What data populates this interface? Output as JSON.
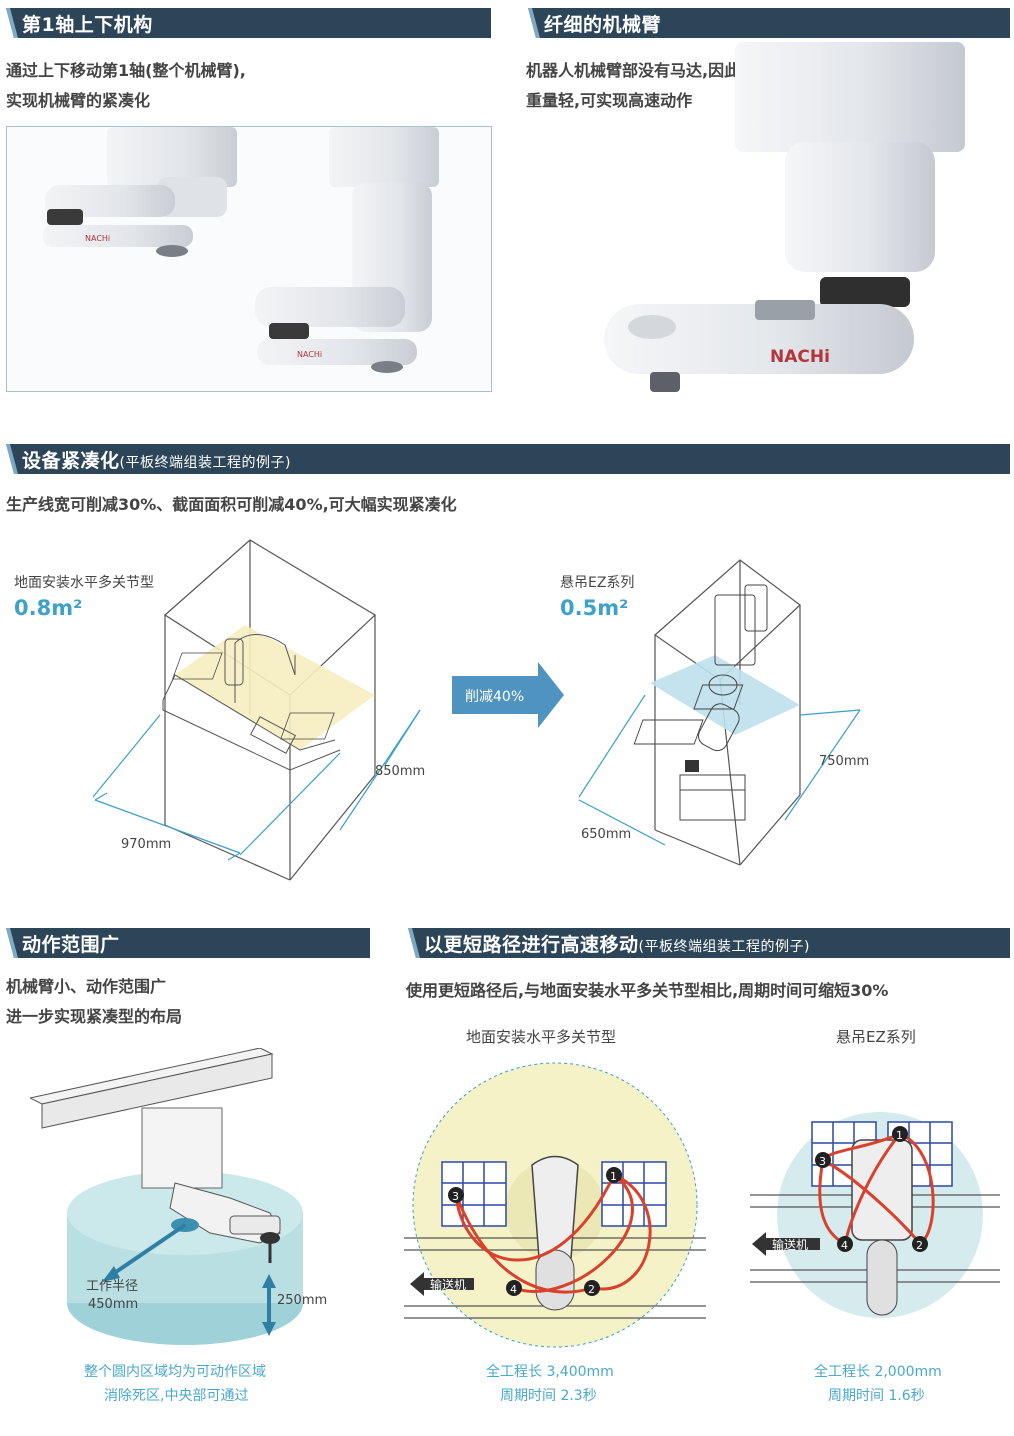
{
  "sec1": {
    "title": "第1轴上下机构",
    "line1": "通过上下移动第1轴(整个机械臂),",
    "line2": "实现机械臂的紧凑化",
    "brand1": "NACHi",
    "brand2": "NACHi"
  },
  "sec2": {
    "title": "纤细的机械臂",
    "line1": "机器人机械臂部没有马达,因此纤细、",
    "line2": "重量轻,可实现高速动作",
    "brand": "NACHi"
  },
  "sec3": {
    "title": "设备紧凑化",
    "subtitle": "(平板终端组装工程的例子)",
    "desc": "生产线宽可削减30%、截面面积可削减40%,可大幅实现紧凑化",
    "left_label": "地面安装水平多关节型",
    "left_area": "0.8m²",
    "left_dim_depth": "850mm",
    "left_dim_width": "970mm",
    "arrow_label": "削减40%",
    "right_label": "悬吊EZ系列",
    "right_area": "0.5m²",
    "right_dim_depth": "750mm",
    "right_dim_width": "650mm"
  },
  "sec4": {
    "title": "动作范围广",
    "line1": "机械臂小、动作范围广",
    "line2": "进一步实现紧凑型的布局",
    "radius_label": "工作半径",
    "radius_value": "450mm",
    "stroke_value": "250mm",
    "cap1": "整个圆内区域均为可动作区域",
    "cap2": "消除死区,中央部可通过"
  },
  "sec5": {
    "title": "以更短路径进行高速移动",
    "subtitle": "(平板终端组装工程的例子)",
    "desc": "使用更短路径后,与地面安装水平多关节型相比,周期时间可缩短30%",
    "left_label": "地面安装水平多关节型",
    "right_label": "悬吊EZ系列",
    "conveyor": "输送机",
    "left_len": "全工程长 3,400mm",
    "left_cycle": "周期时间 2.3秒",
    "right_len": "全工程长 2,000mm",
    "right_cycle": "周期时间 1.6秒",
    "markers": [
      "1",
      "2",
      "3",
      "4"
    ]
  },
  "colors": {
    "header": "#2d4558",
    "accent": "#3ea1c9",
    "path_red": "#d9412c",
    "tray_blue": "#2b48a6"
  }
}
